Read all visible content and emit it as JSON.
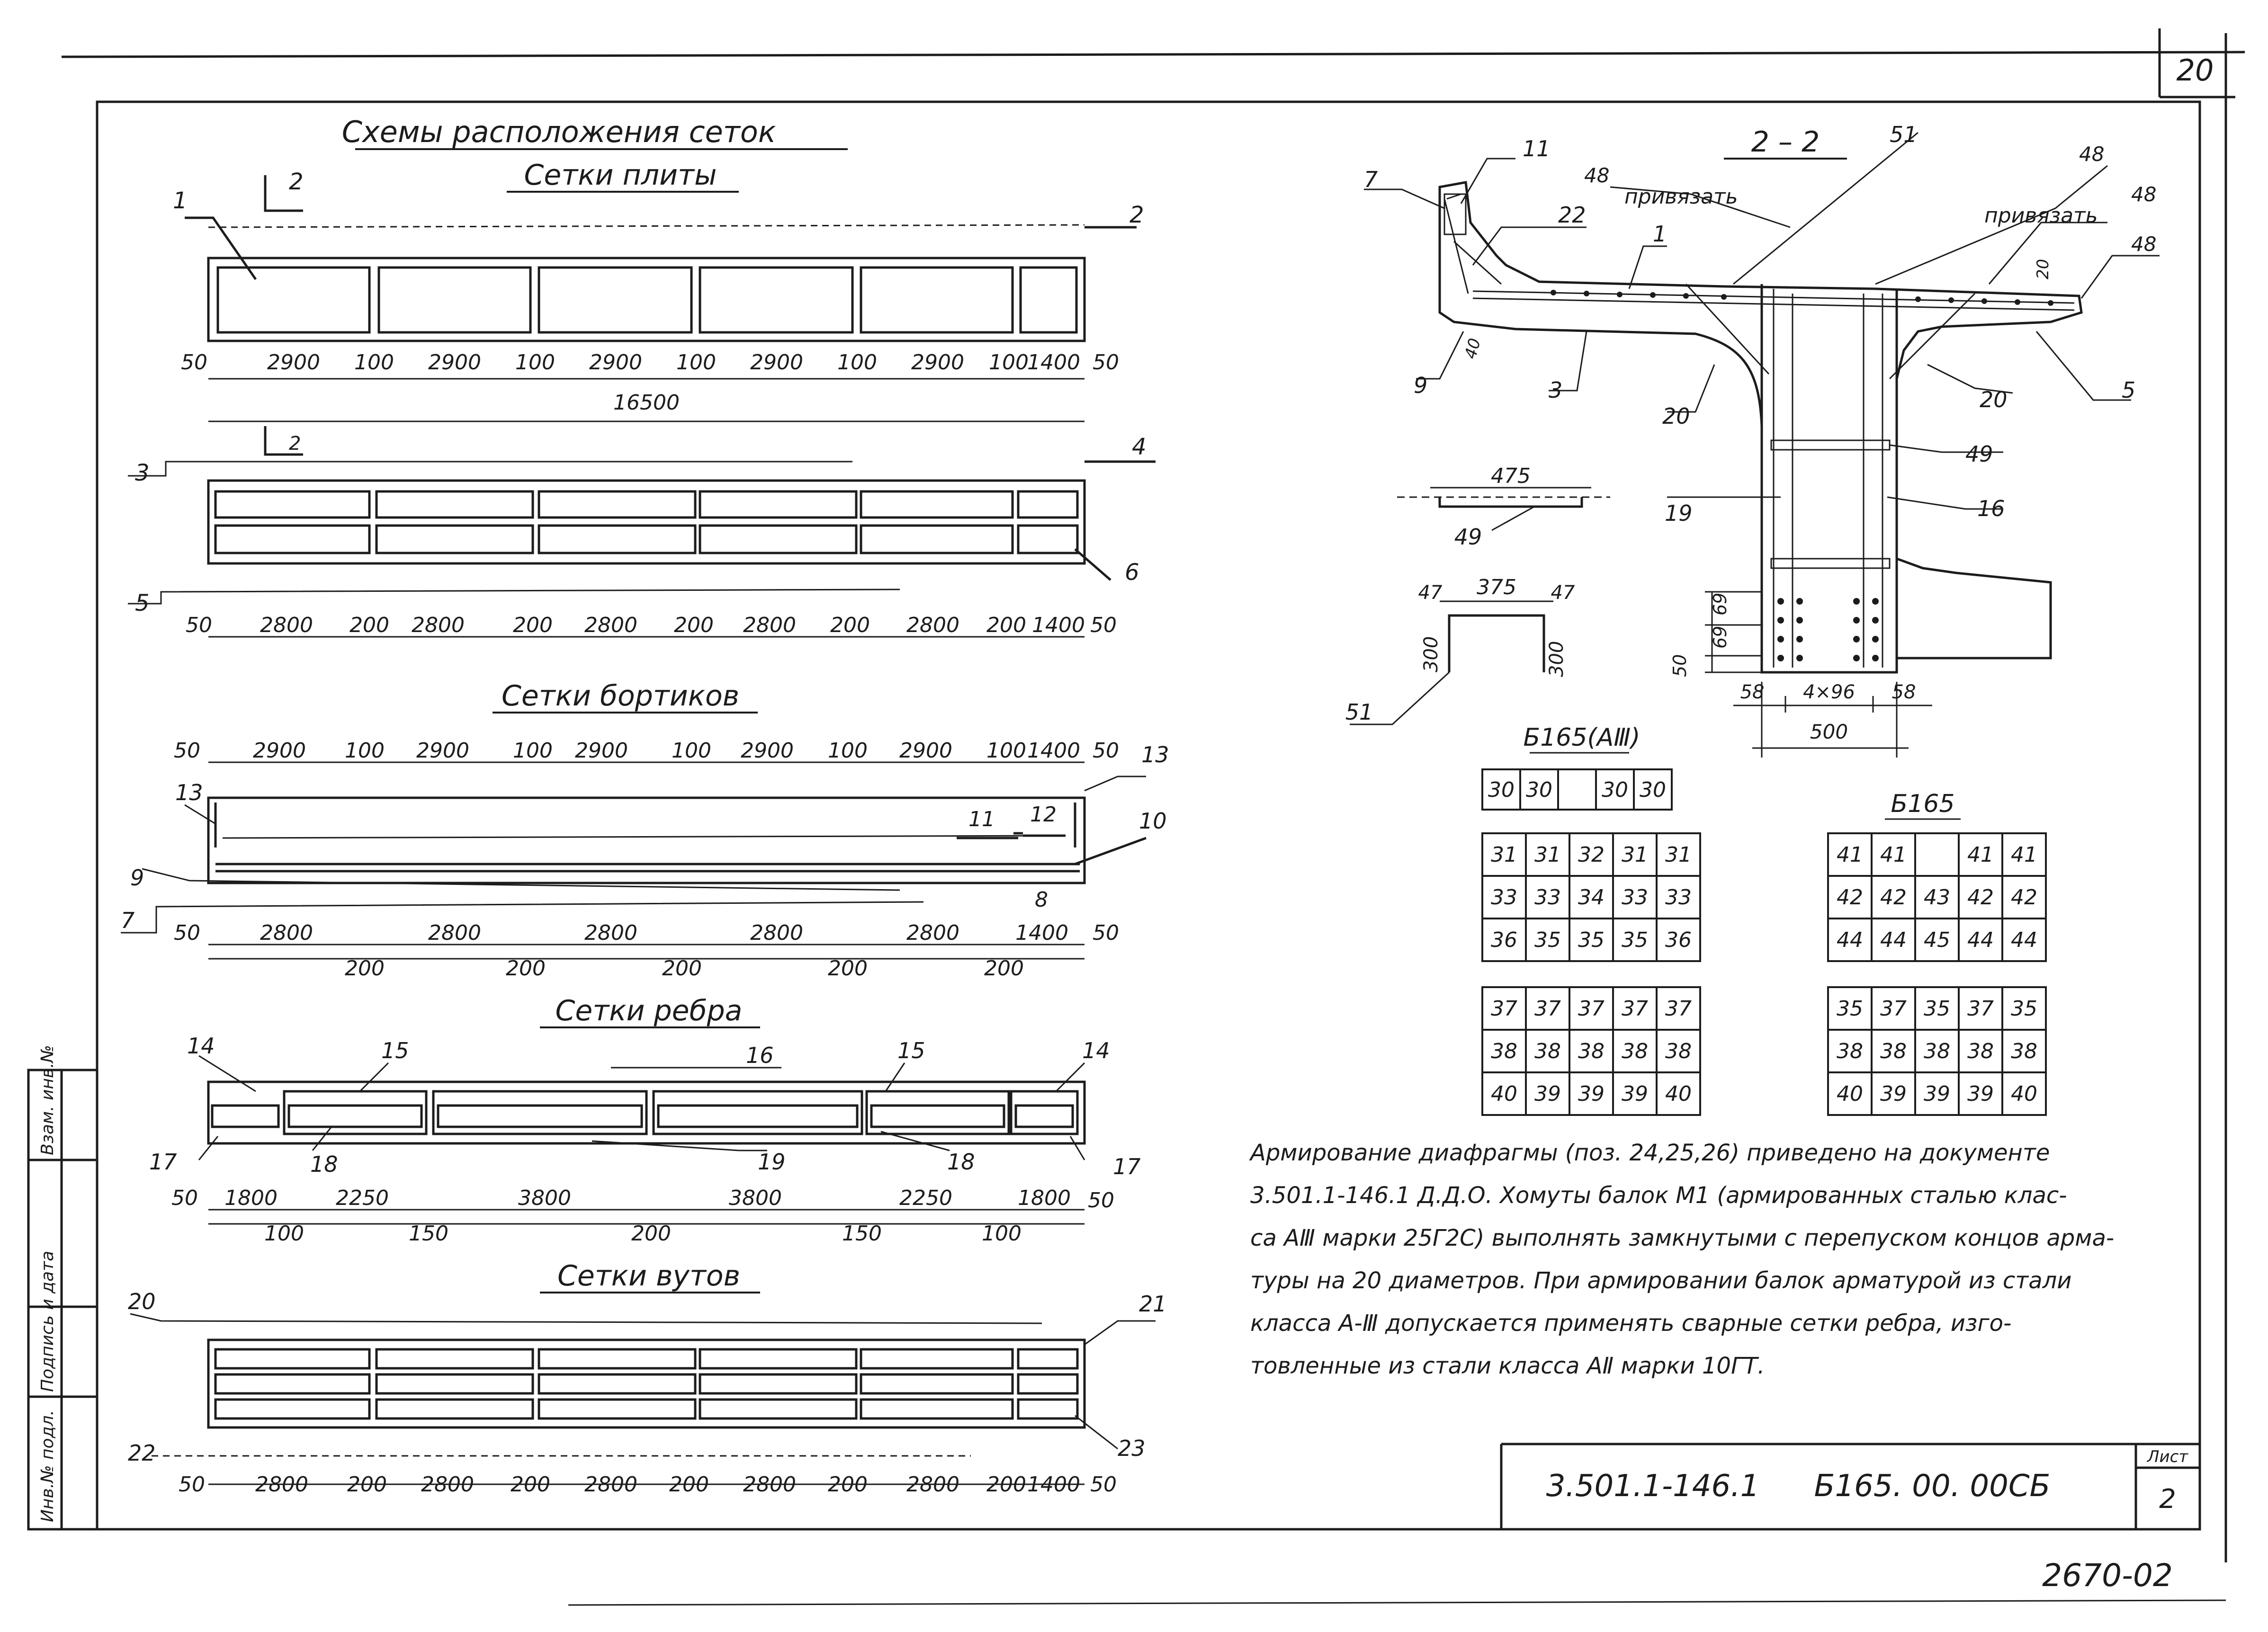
{
  "sheet_corner_number": "20",
  "layout_title": "Схемы расположения сеток",
  "panels": [
    {
      "title": "Сетки плиты",
      "section_marker": "2",
      "leaders": [
        {
          "label": "1"
        },
        {
          "label": "2"
        }
      ],
      "dims": [
        "50",
        "2900",
        "100",
        "2900",
        "100",
        "2900",
        "100",
        "2900",
        "100",
        "2900",
        "100",
        "1400",
        "50"
      ],
      "total": "16500"
    },
    {
      "title": "",
      "section_marker": "2",
      "leaders": [
        {
          "label": "3"
        },
        {
          "label": "4"
        },
        {
          "label": "5"
        },
        {
          "label": "6"
        }
      ],
      "dims": [
        "50",
        "2800",
        "200",
        "2800",
        "200",
        "2800",
        "200",
        "2800",
        "200",
        "2800",
        "200",
        "1400",
        "50"
      ]
    },
    {
      "title": "Сетки бортиков",
      "leaders": [
        {
          "label": "13"
        },
        {
          "label": "13"
        },
        {
          "label": "11"
        },
        {
          "label": "12"
        },
        {
          "label": "10"
        },
        {
          "label": "9"
        },
        {
          "label": "7"
        },
        {
          "label": "8"
        }
      ],
      "dims_top": [
        "50",
        "2900",
        "100",
        "2900",
        "100",
        "2900",
        "100",
        "2900",
        "100",
        "2900",
        "100",
        "1400",
        "50"
      ],
      "dims_bottom_main": [
        "50",
        "2800",
        "2800",
        "2800",
        "2800",
        "2800",
        "1400",
        "50"
      ],
      "dims_bottom_gaps": [
        "200",
        "200",
        "200",
        "200",
        "200"
      ]
    },
    {
      "title": "Сетки ребра",
      "leaders": [
        {
          "label": "14"
        },
        {
          "label": "15"
        },
        {
          "label": "16"
        },
        {
          "label": "15"
        },
        {
          "label": "14"
        },
        {
          "label": "17"
        },
        {
          "label": "18"
        },
        {
          "label": "19"
        },
        {
          "label": "18"
        },
        {
          "label": "17"
        }
      ],
      "dims_main": [
        "50",
        "1800",
        "2250",
        "3800",
        "3800",
        "2250",
        "1800",
        "50"
      ],
      "dims_gaps": [
        "100",
        "150",
        "200",
        "150",
        "100"
      ]
    },
    {
      "title": "Сетки вутов",
      "leaders": [
        {
          "label": "20"
        },
        {
          "label": "21"
        },
        {
          "label": "22"
        },
        {
          "label": "23"
        }
      ],
      "dims": [
        "50",
        "2800",
        "200",
        "2800",
        "200",
        "2800",
        "200",
        "2800",
        "200",
        "2800",
        "200",
        "1400",
        "50"
      ]
    }
  ],
  "section": {
    "title": "2 – 2",
    "labels": {
      "l7": "7",
      "l11": "11",
      "l48a": "48",
      "privyazat_a": "привязать",
      "l22": "22",
      "l1": "1",
      "l51": "51",
      "l48b": "48",
      "l48c": "48",
      "privyazat_b": "привязать",
      "l48d": "48",
      "l20a": "20",
      "l9": "9",
      "l3": "3",
      "l20b": "20",
      "l20c": "20",
      "l5": "5",
      "l49": "49",
      "l19": "19",
      "l16": "16",
      "l40": "40"
    },
    "dims": {
      "d69a": "69",
      "d69b": "69",
      "d50": "50",
      "d58a": "58",
      "d4x96": "4×96",
      "d58b": "58",
      "d500": "500"
    }
  },
  "detail_49": {
    "length": "475",
    "label": "49"
  },
  "detail_51": {
    "top": "375",
    "leg_left": "47",
    "leg_right": "47",
    "h_left": "300",
    "h_right": "300",
    "label": "51"
  },
  "table_b165a": {
    "title": "Б165(АⅢ)",
    "top_row": [
      "30",
      "30",
      "",
      "30",
      "30"
    ],
    "block1": [
      [
        "31",
        "31",
        "32",
        "31",
        "31"
      ],
      [
        "33",
        "33",
        "34",
        "33",
        "33"
      ],
      [
        "36",
        "35",
        "35",
        "35",
        "36"
      ]
    ],
    "block2": [
      [
        "37",
        "37",
        "37",
        "37",
        "37"
      ],
      [
        "38",
        "38",
        "38",
        "38",
        "38"
      ],
      [
        "40",
        "39",
        "39",
        "39",
        "40"
      ]
    ]
  },
  "table_b165": {
    "title": "Б165",
    "block1": [
      [
        "41",
        "41",
        "",
        "41",
        "41"
      ],
      [
        "42",
        "42",
        "43",
        "42",
        "42"
      ],
      [
        "44",
        "44",
        "45",
        "44",
        "44"
      ]
    ],
    "block2": [
      [
        "35",
        "37",
        "35",
        "37",
        "35"
      ],
      [
        "38",
        "38",
        "38",
        "38",
        "38"
      ],
      [
        "40",
        "39",
        "39",
        "39",
        "40"
      ]
    ]
  },
  "note_lines": [
    "Армирование диафрагмы (поз. 24,25,26) приведено  на документе",
    "3.501.1-146.1   Д.Д.О.  Хомуты балок М1 (армированных сталью клас-",
    "са АⅢ марки 25Г2С) выполнять замкнутыми с перепуском концов арма-",
    "туры на 20 диаметров.  При армировании балок арматурой из стали",
    "класса А-Ⅲ допускается применять сварные  сетки ребра, изго-",
    "товленные  из стали  класса АⅡ  марки 10ГТ."
  ],
  "side_stamp": [
    "Инв.№ подл.",
    "Подпись и дата",
    "Взам. инв.№"
  ],
  "title_block": {
    "doc_code": "3.501.1-146.1",
    "drawing_code": "Б165. 00. 00СБ",
    "sheet_label": "Лист",
    "sheet_number": "2"
  },
  "archive_number": "2670-02"
}
